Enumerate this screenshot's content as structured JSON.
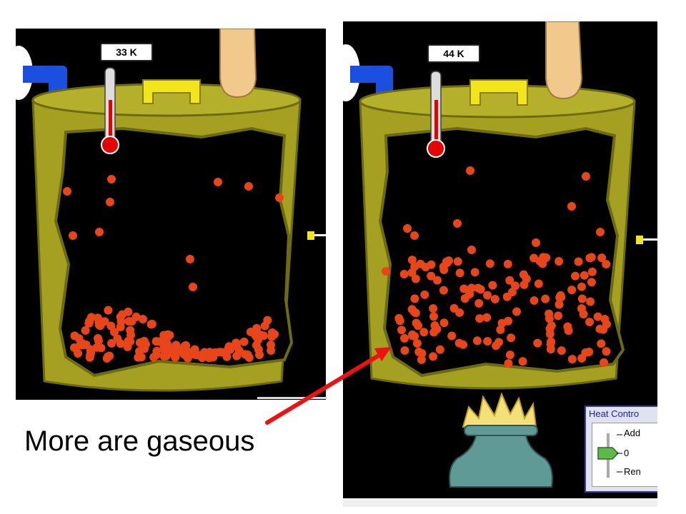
{
  "panels": [
    {
      "thermometer_label": "33 K"
    },
    {
      "thermometer_label": "44 K",
      "heat_control": {
        "title": "Heat Contro",
        "add_label": "Add",
        "zero_label": "0",
        "remove_label": "Ren"
      }
    }
  ],
  "caption": "More are gaseous",
  "colors": {
    "background": "#000000",
    "container": "#a5a021",
    "container_dark": "#6d6a0f",
    "molecule": "#e8461a",
    "thermometer_bulb": "#e60000",
    "pipe": "#1a4fe0",
    "handle": "#f3e51b",
    "finger": "#f1c98d",
    "burner": "#5f9a96",
    "flame": "#f3e07a",
    "arrow": "#ee1111"
  },
  "icons": [
    "thermometer-icon",
    "pipe-icon",
    "handle-icon",
    "finger-icon",
    "burner-icon",
    "flame-icon",
    "arrow-icon"
  ]
}
